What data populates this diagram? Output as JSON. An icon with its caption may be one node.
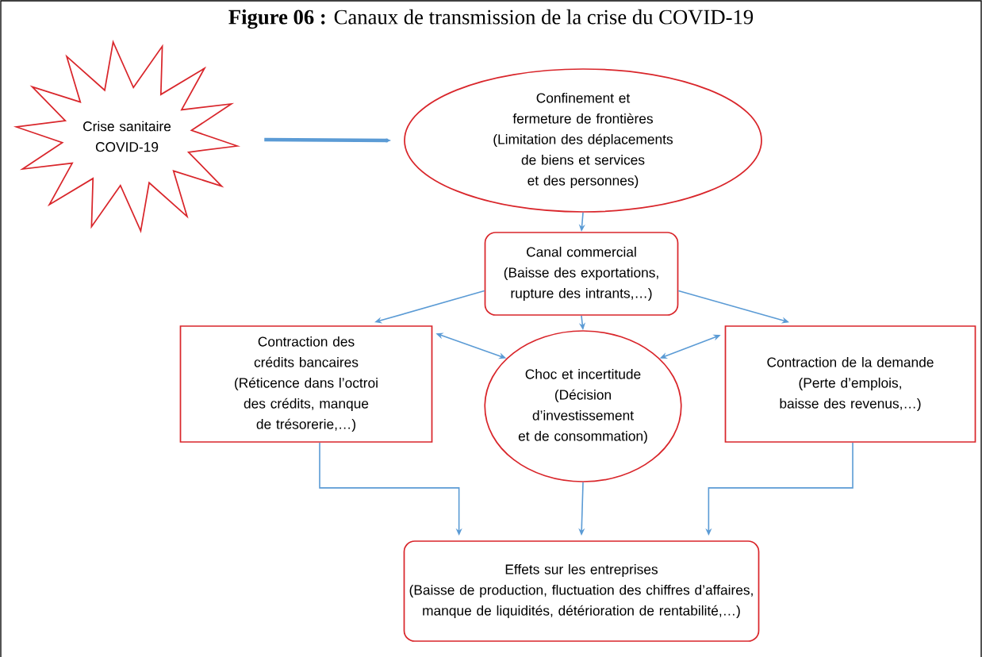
{
  "diagram": {
    "title": "**Figure 06 :** Canaux de transmission de la crise du COVID-19",
    "nodes": [
      {
        "text": [
          "Crise sanitaire COVID-19"
        ]
      },
      {
        "text": [
          "Confinement et fermeture de frontières",
          "(Limitation des déplacements de biens et services et des personnes)"
        ]
      },
      {
        "text": [
          "Canal commercial",
          "(Baisse des exportations, rupture des intrants,…)"
        ]
      },
      {
        "text": [
          "Contraction des crédits bancaires",
          "(Réticence dans l’octroi des crédits, manque de trésorerie,…)"
        ]
      },
      {
        "text": [
          "Choc et incertitude",
          "(Décision d’investissement et de consommation)"
        ]
      },
      {
        "text": [
          "Contraction de la demande",
          "(Perte d’emplois, baisse des revenus,…)"
        ]
      },
      {
        "text": [
          "Effets sur les entreprises",
          "(Baisse de production, fluctuation des chiffres d’affaires, manque de liquidités, détérioration de rentabilité,…)"
        ]
      }
    ],
    "edges": [
      {
        "from": 0,
        "to": 1,
        "arrow": "to",
        "style": "thick"
      },
      {
        "from": 1,
        "to": 2,
        "arrow": "to"
      },
      {
        "from": 2,
        "to": 3,
        "arrow": "to"
      },
      {
        "from": 2,
        "to": 4,
        "arrow": "to"
      },
      {
        "from": 2,
        "to": 5,
        "arrow": "to"
      },
      {
        "from": 3,
        "to": 4,
        "arrow": "both"
      },
      {
        "from": 4,
        "to": 5,
        "arrow": "both"
      },
      {
        "from": 3,
        "to": 6,
        "arrow": "to"
      },
      {
        "from": 4,
        "to": 6,
        "arrow": "to"
      },
      {
        "from": 5,
        "to": 6,
        "arrow": "to"
      }
    ]
  }
}
